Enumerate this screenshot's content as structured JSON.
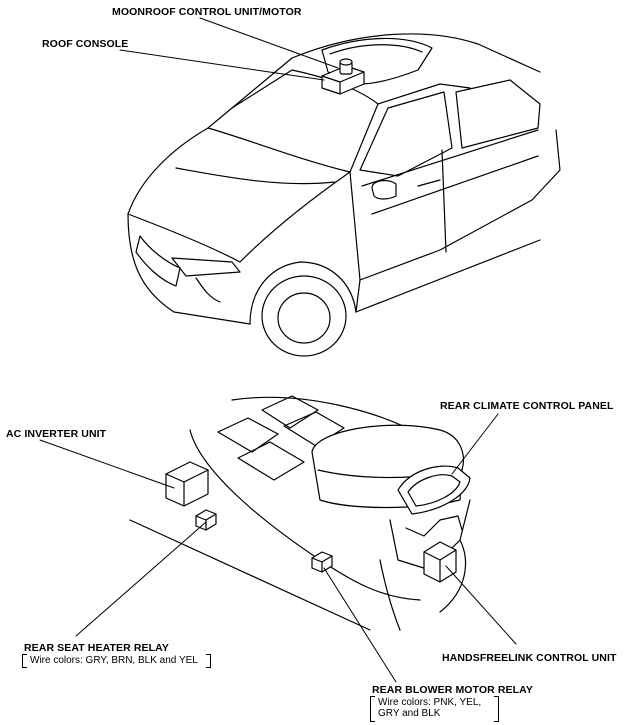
{
  "labels": {
    "moonroof": "MOONROOF CONTROL UNIT/MOTOR",
    "roof_console": "ROOF CONSOLE",
    "rear_climate": "REAR CLIMATE CONTROL PANEL",
    "ac_inverter": "AC INVERTER UNIT",
    "rear_seat_heater": "REAR SEAT HEATER RELAY",
    "rear_seat_heater_wires": "Wire colors: GRY, BRN, BLK and YEL",
    "handsfreelink": "HANDSFREELINK CONTROL UNIT",
    "rear_blower": "REAR BLOWER MOTOR RELAY",
    "rear_blower_wires_1": "Wire colors: PNK, YEL,",
    "rear_blower_wires_2": "GRY and BLK"
  }
}
